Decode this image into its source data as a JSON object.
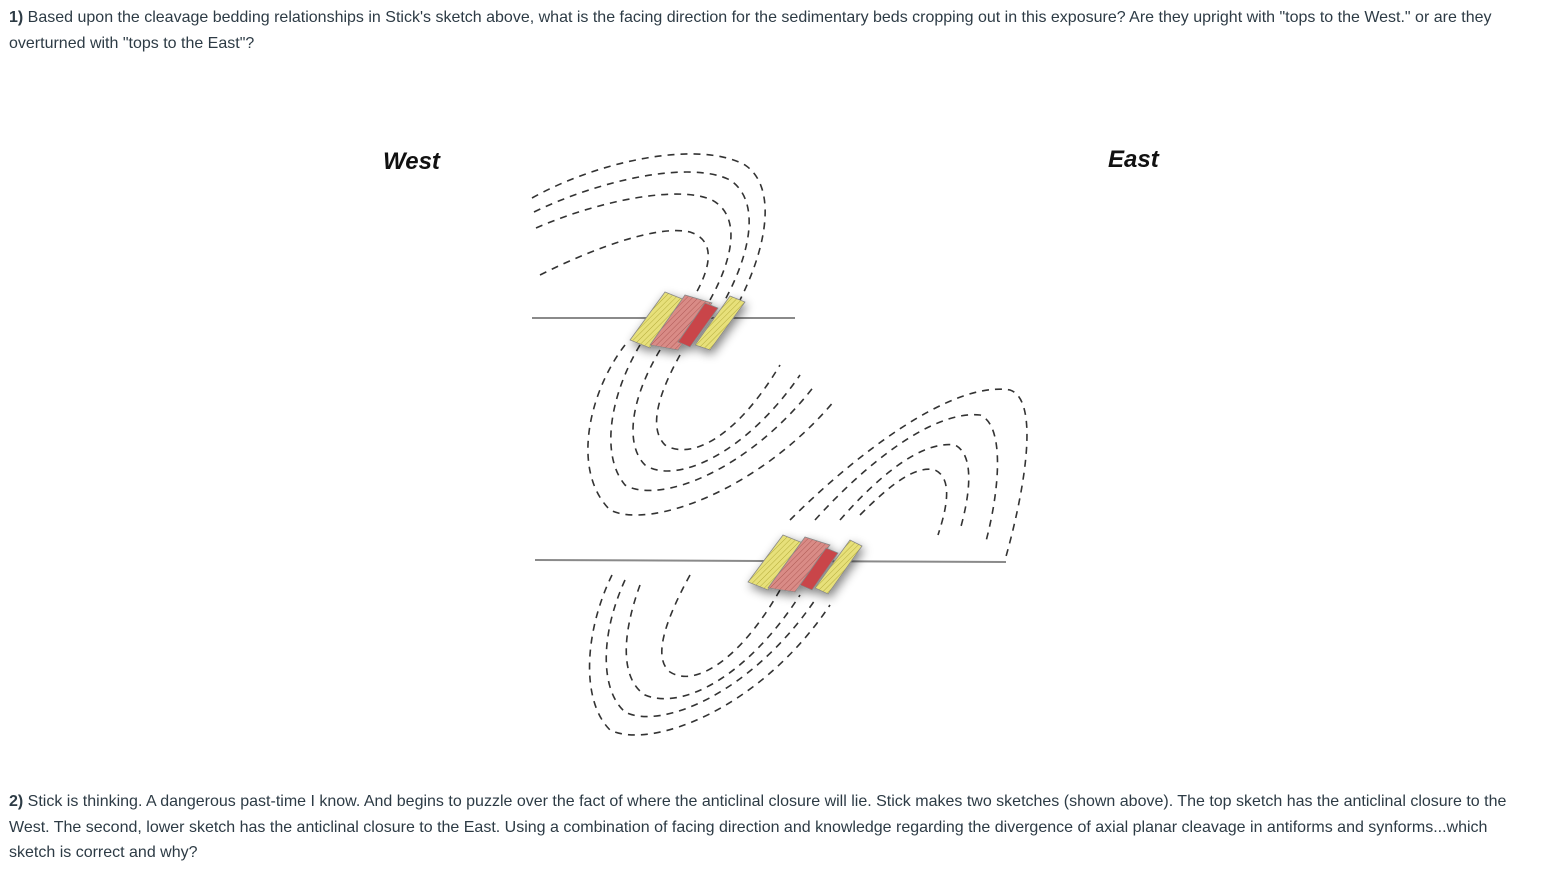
{
  "question1": {
    "number": "1)",
    "text": " Based upon the cleavage bedding relationships in Stick's sketch above, what is the facing direction for the sedimentary beds cropping out in this exposure? Are they upright with \"tops to the West.\" or are they overturned with \"tops to the East\"?"
  },
  "figure": {
    "west_label": "West",
    "east_label": "East",
    "colors": {
      "yellow_bed": "#e7e07a",
      "pink_bed": "#d98b86",
      "red_bed": "#c9454a",
      "dash": "#333333",
      "surface_line": "#8a8a8a"
    }
  },
  "question2": {
    "number": "2)",
    "text": " Stick is thinking. A dangerous past-time I know. And begins to puzzle over the fact of where the anticlinal closure will lie. Stick makes two sketches (shown above). The top sketch has the anticlinal closure to the West. The second, lower sketch has the anticlinal closure to the East. Using a combination of facing direction and knowledge regarding the divergence of axial planar cleavage in antiforms and synforms...which sketch is correct and why?"
  }
}
